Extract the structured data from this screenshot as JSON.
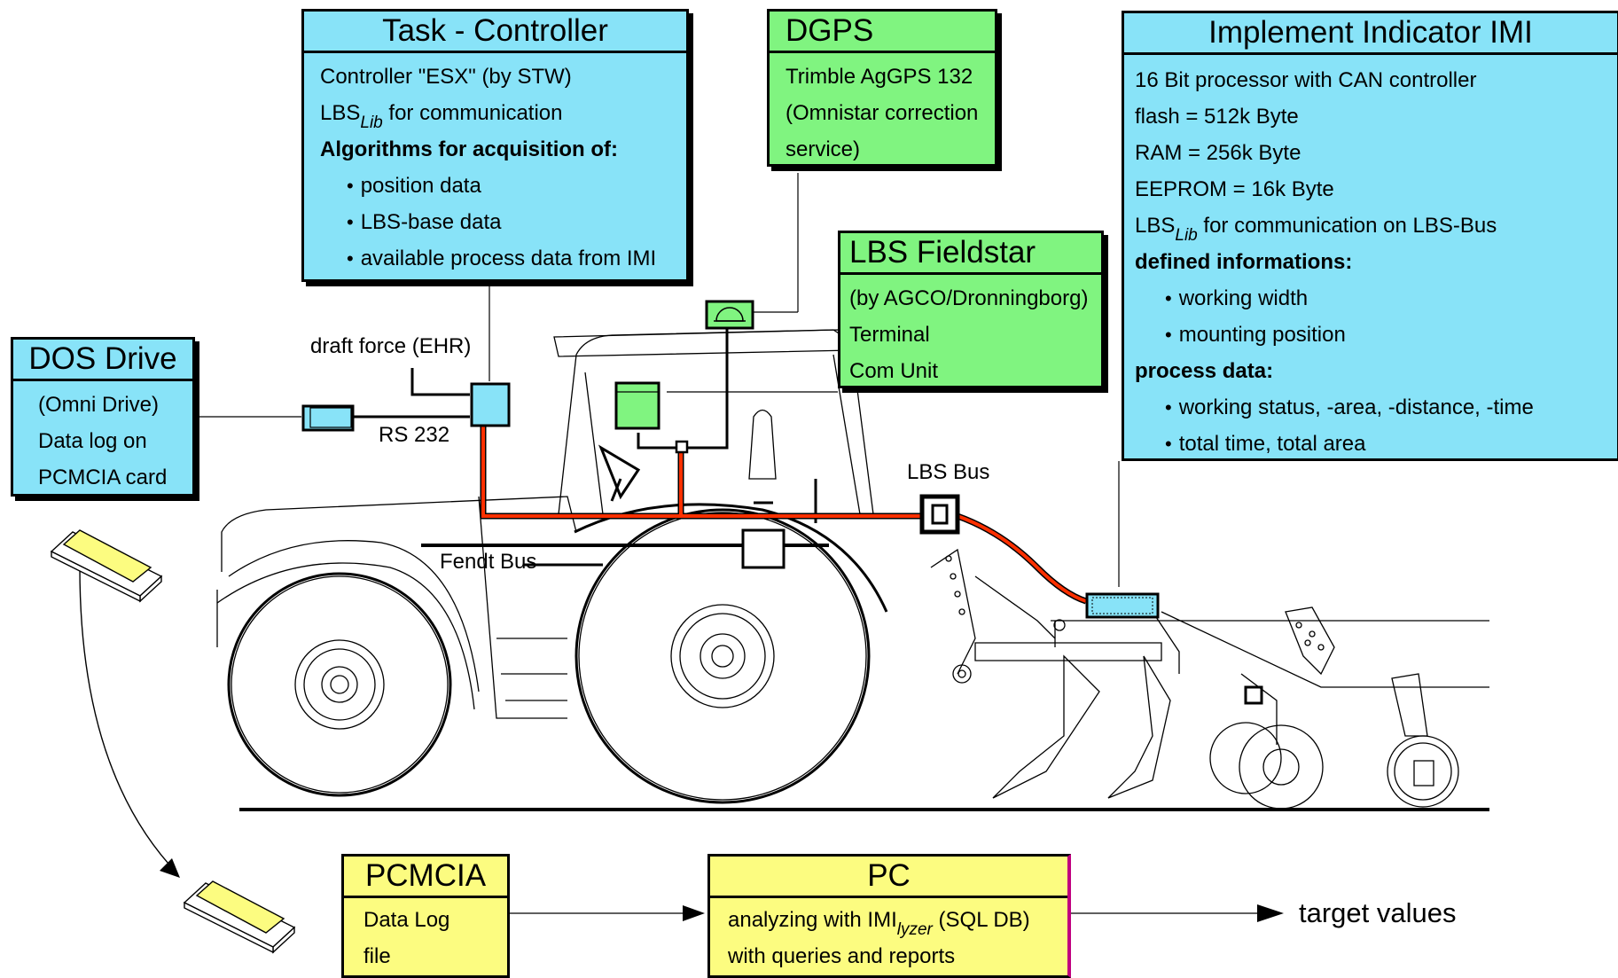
{
  "task_controller": {
    "title": "Task - Controller",
    "line1": "Controller \"ESX\" (by STW)",
    "line2_main": "LBS",
    "line2_sub": "Lib",
    "line2_rest": " for communication",
    "line3": "Algorithms for acquisition of:",
    "bullets": [
      "position data",
      "LBS-base data",
      "available process data from IMI"
    ]
  },
  "dgps": {
    "title": "DGPS",
    "lines": [
      "Trimble AgGPS 132",
      "(Omnistar correction",
      "service)"
    ]
  },
  "lbs_fieldstar": {
    "title": "LBS Fieldstar",
    "lines": [
      "(by AGCO/Dronningborg)",
      "Terminal",
      "Com Unit"
    ]
  },
  "imi": {
    "title": "Implement Indicator IMI",
    "lines": [
      "16 Bit processor with CAN controller",
      "flash = 512k Byte",
      "RAM = 256k Byte",
      "EEPROM = 16k Byte"
    ],
    "lbs_main": "LBS",
    "lbs_sub": "Lib",
    "lbs_rest": " for communication on LBS-Bus",
    "defined_header": "defined informations:",
    "defined_bullets": [
      "working width",
      "mounting position"
    ],
    "process_header": "process data:",
    "process_bullets": [
      "working status, -area, -distance, -time",
      "total time, total area"
    ]
  },
  "dos_drive": {
    "title": "DOS Drive",
    "lines": [
      "(Omni Drive)",
      "Data log on",
      "PCMCIA card"
    ]
  },
  "pcmcia": {
    "title": "PCMCIA",
    "lines": [
      "Data Log",
      "file"
    ]
  },
  "pc": {
    "title": "PC",
    "line1_main": "analyzing with IMI",
    "line1_sub": "lyzer",
    "line1_rest": "  (SQL DB)",
    "line2": "with queries and reports"
  },
  "labels": {
    "draft_force": "draft force (EHR)",
    "rs232": "RS 232",
    "lbs_bus": "LBS Bus",
    "fendt_bus": "Fendt Bus",
    "target_values": "target values"
  },
  "colors": {
    "blue_box": "#88e3f8",
    "green_box": "#80f480",
    "yellow_box": "#fcfc80",
    "lbs_bus_line": "#ff3000"
  }
}
